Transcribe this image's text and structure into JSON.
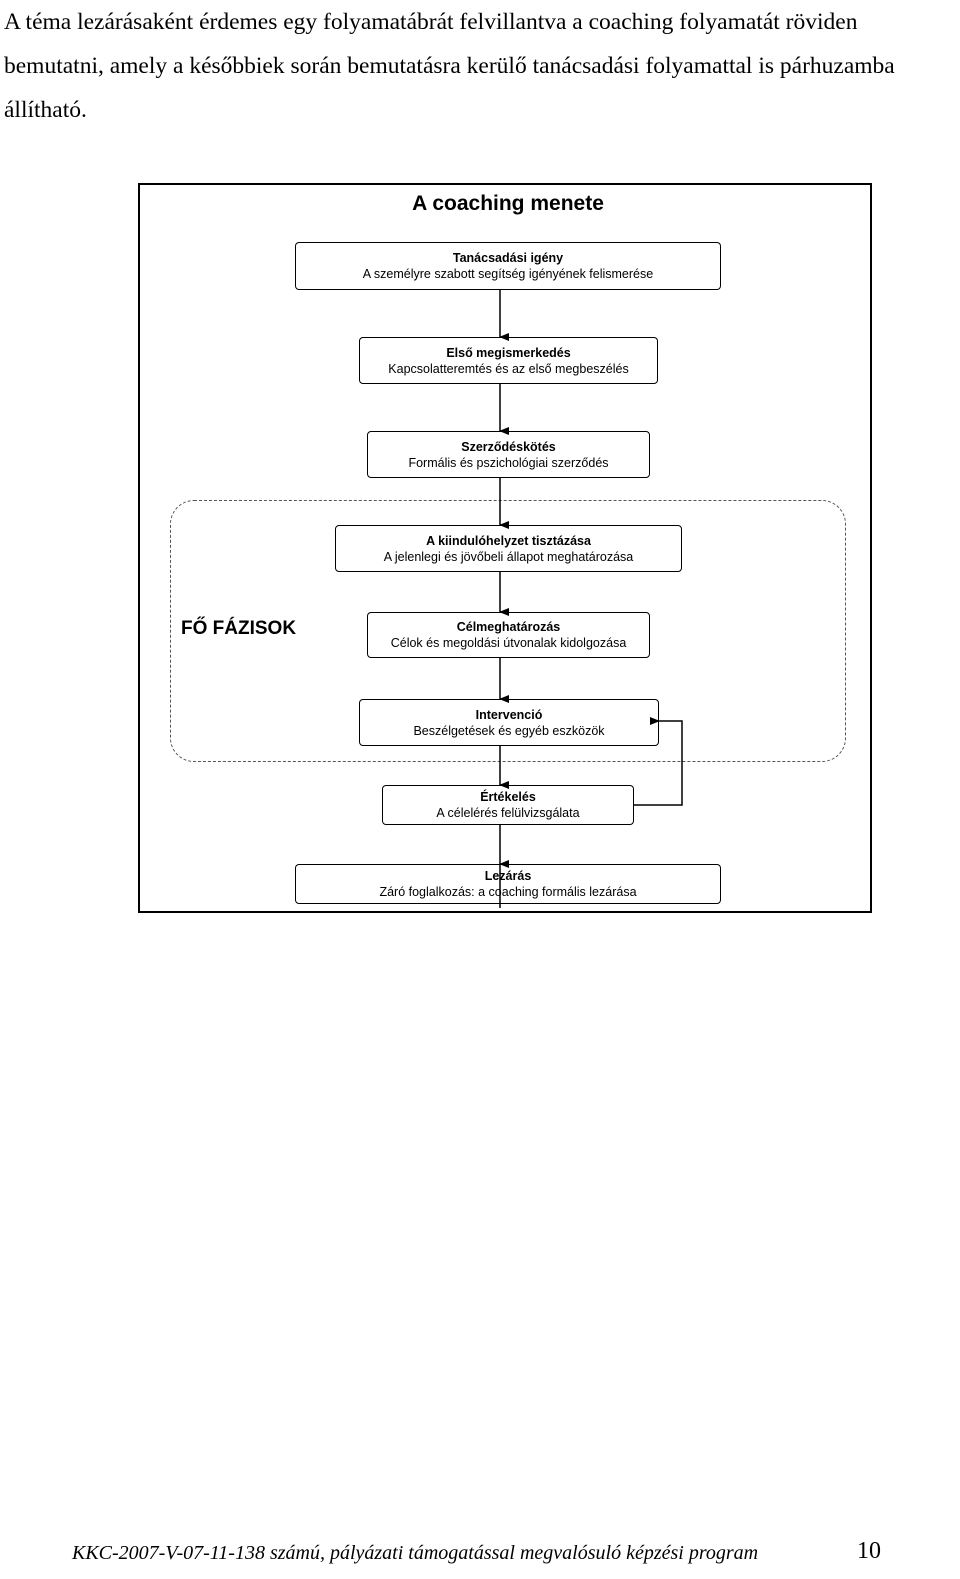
{
  "intro_text": "A téma lezárásaként érdemes egy folyamatábrát felvillantva a coaching folyamatát röviden bemutatni, amely a későbbiek során bemutatásra kerülő tanácsadási folyamattal is párhuzamba állítható.",
  "diagram": {
    "title": "A coaching menete",
    "phase_label": "FŐ FÁZISOK",
    "steps": [
      {
        "title": "Tanácsadási igény",
        "desc": "A személyre szabott segítség igényének felismerése"
      },
      {
        "title": "Első megismerkedés",
        "desc": "Kapcsolatteremtés és az első megbeszélés"
      },
      {
        "title": "Szerződéskötés",
        "desc": "Formális és pszichológiai szerződés"
      },
      {
        "title": "A kiindulóhelyzet tisztázása",
        "desc": "A jelenlegi és jövőbeli állapot meghatározása"
      },
      {
        "title": "Célmeghatározás",
        "desc": "Célok és megoldási útvonalak kidolgozása"
      },
      {
        "title": "Intervenció",
        "desc": "Beszélgetések és egyéb eszközök"
      },
      {
        "title": "Értékelés",
        "desc": "A célelérés felülvizsgálata"
      },
      {
        "title": "Lezárás",
        "desc": "Záró foglalkozás: a coaching formális lezárása"
      }
    ]
  },
  "footer": {
    "text": "KKC-2007-V-07-11-138 számú, pályázati támogatással megvalósuló képzési program",
    "page_number": "10"
  }
}
